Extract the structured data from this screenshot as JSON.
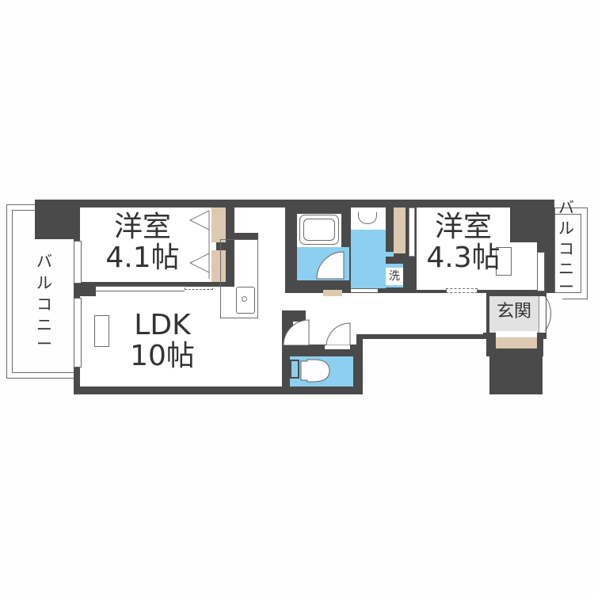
{
  "floorplan": {
    "rooms": {
      "western_room_1": {
        "name": "洋室",
        "size": "4.1帖"
      },
      "western_room_2": {
        "name": "洋室",
        "size": "4.3帖"
      },
      "ldk": {
        "name": "LDK",
        "size": "10帖"
      },
      "entrance": {
        "name": "玄関"
      },
      "washer": {
        "name": "洗"
      },
      "balcony_left": {
        "name": "バルコニー",
        "chars": [
          "バ",
          "ル",
          "コ",
          "ニ",
          "ー"
        ]
      },
      "balcony_right": {
        "name": "バルコニー",
        "chars": [
          "バ",
          "ル",
          "コ",
          "ニ",
          "ー"
        ]
      }
    },
    "colors": {
      "wall": "#4a4a4a",
      "water_area": "#8ccff0",
      "storage": "#ddc9b0",
      "entrance_floor": "#e2e2e2",
      "floor": "#ffffff"
    }
  }
}
